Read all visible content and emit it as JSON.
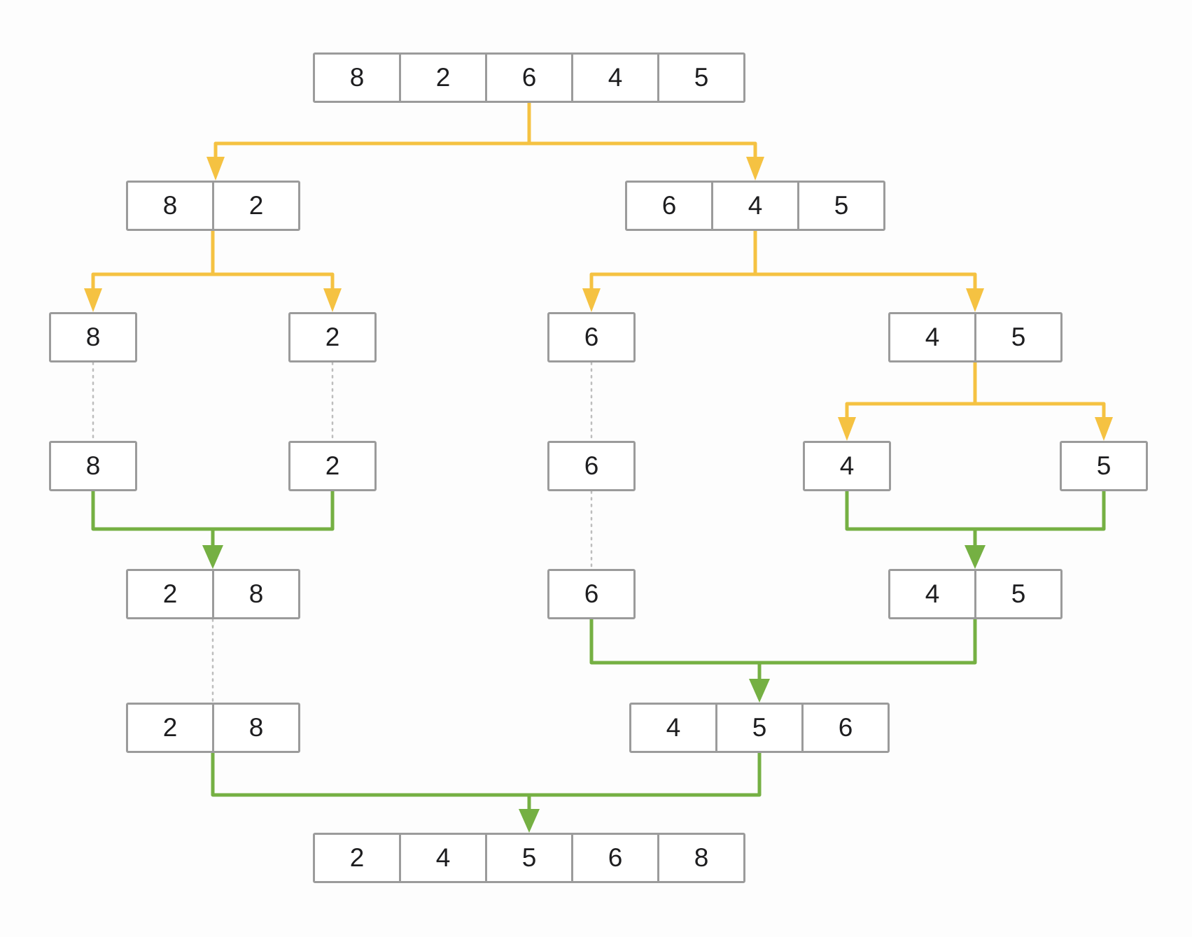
{
  "nodes": {
    "input": {
      "values": [
        "8",
        "2",
        "6",
        "4",
        "5"
      ]
    },
    "pair_8_2": {
      "values": [
        "8",
        "2"
      ]
    },
    "triple_6_4_5": {
      "values": [
        "6",
        "4",
        "5"
      ]
    },
    "single_8_a": {
      "values": [
        "8"
      ]
    },
    "single_2_a": {
      "values": [
        "2"
      ]
    },
    "single_6_a": {
      "values": [
        "6"
      ]
    },
    "pair_4_5": {
      "values": [
        "4",
        "5"
      ]
    },
    "single_8_b": {
      "values": [
        "8"
      ]
    },
    "single_2_b": {
      "values": [
        "2"
      ]
    },
    "single_6_b": {
      "values": [
        "6"
      ]
    },
    "single_4": {
      "values": [
        "4"
      ]
    },
    "single_5": {
      "values": [
        "5"
      ]
    },
    "merged_2_8_a": {
      "values": [
        "2",
        "8"
      ]
    },
    "single_6_c": {
      "values": [
        "6"
      ]
    },
    "merged_4_5": {
      "values": [
        "4",
        "5"
      ]
    },
    "merged_2_8_b": {
      "values": [
        "2",
        "8"
      ]
    },
    "merged_4_5_6": {
      "values": [
        "4",
        "5",
        "6"
      ]
    },
    "output": {
      "values": [
        "2",
        "4",
        "5",
        "6",
        "8"
      ]
    }
  },
  "edges": [
    {
      "kind": "split",
      "from": "input",
      "to": "pair_8_2"
    },
    {
      "kind": "split",
      "from": "input",
      "to": "triple_6_4_5"
    },
    {
      "kind": "split",
      "from": "pair_8_2",
      "to": "single_8_a"
    },
    {
      "kind": "split",
      "from": "pair_8_2",
      "to": "single_2_a"
    },
    {
      "kind": "split",
      "from": "triple_6_4_5",
      "to": "single_6_a"
    },
    {
      "kind": "split",
      "from": "triple_6_4_5",
      "to": "pair_4_5"
    },
    {
      "kind": "split",
      "from": "pair_4_5",
      "to": "single_4"
    },
    {
      "kind": "split",
      "from": "pair_4_5",
      "to": "single_5"
    },
    {
      "kind": "carry",
      "from": "single_8_a",
      "to": "single_8_b"
    },
    {
      "kind": "carry",
      "from": "single_2_a",
      "to": "single_2_b"
    },
    {
      "kind": "carry",
      "from": "single_6_a",
      "to": "single_6_b"
    },
    {
      "kind": "carry",
      "from": "single_6_b",
      "to": "single_6_c"
    },
    {
      "kind": "carry",
      "from": "merged_2_8_a",
      "to": "merged_2_8_b"
    },
    {
      "kind": "merge",
      "from": [
        "single_8_b",
        "single_2_b"
      ],
      "to": "merged_2_8_a"
    },
    {
      "kind": "merge",
      "from": [
        "single_4",
        "single_5"
      ],
      "to": "merged_4_5"
    },
    {
      "kind": "merge",
      "from": [
        "single_6_c",
        "merged_4_5"
      ],
      "to": "merged_4_5_6"
    },
    {
      "kind": "merge",
      "from": [
        "merged_2_8_b",
        "merged_4_5_6"
      ],
      "to": "output"
    }
  ],
  "colors": {
    "split_arrow": "#F5C242",
    "merge_arrow": "#75B043",
    "carry_line": "#BDBDBD",
    "box_border": "#9B9B9B",
    "digit": "#1D1D1F",
    "background": "#FDFDFD"
  }
}
